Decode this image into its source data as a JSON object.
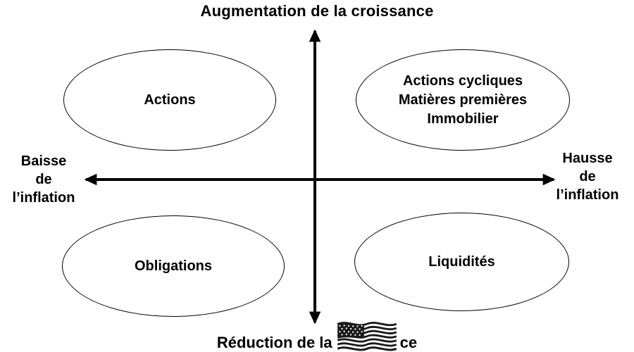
{
  "colors": {
    "axis": "#000000",
    "text": "#000000",
    "ellipse_border": "#000000",
    "background": "#ffffff"
  },
  "axis_labels": {
    "top": "Augmentation de la croissance",
    "bottom_prefix": "Réduction de la",
    "bottom_suffix": "ce",
    "left": [
      "Baisse",
      "de",
      "l’inflation"
    ],
    "right": [
      "Hausse",
      "de",
      "l’inflation"
    ]
  },
  "quadrants": {
    "top_left": "Actions",
    "top_right": [
      "Actions cycliques",
      "Matières premières",
      "Immobilier"
    ],
    "bottom_left": "Obligations",
    "bottom_right": "Liquidités"
  }
}
